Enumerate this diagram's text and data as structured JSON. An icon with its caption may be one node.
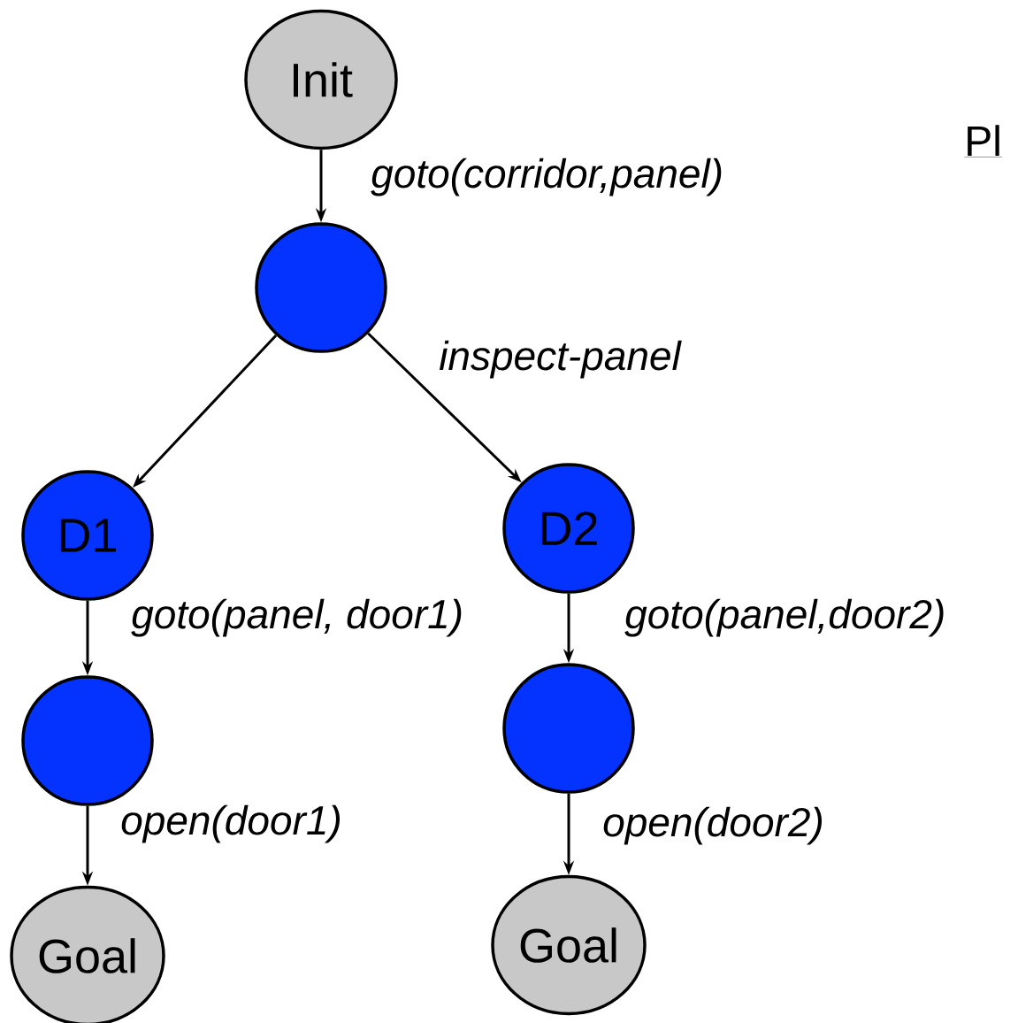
{
  "diagram": {
    "nodes": [
      {
        "text": [
          "Init"
        ]
      },
      {
        "text": [],
        "shape": "circle"
      },
      {
        "text": [
          "D1"
        ]
      },
      {
        "text": [
          "D2"
        ]
      },
      {
        "text": [],
        "shape": "circle"
      },
      {
        "text": [],
        "shape": "circle"
      },
      {
        "text": [
          "Goal"
        ]
      },
      {
        "text": [
          "Goal"
        ]
      }
    ],
    "edges": [
      {
        "from": 0,
        "to": 1,
        "arrow": "to",
        "label": "goto(corridor,panel)"
      },
      {
        "from": 1,
        "to": 2,
        "arrow": "to"
      },
      {
        "from": 1,
        "to": 3,
        "arrow": "to",
        "label": "inspect-panel"
      },
      {
        "from": 2,
        "to": 4,
        "arrow": "to",
        "label": "goto(panel, door1)"
      },
      {
        "from": 3,
        "to": 5,
        "arrow": "to",
        "label": "goto(panel,door2)"
      },
      {
        "from": 4,
        "to": 6,
        "arrow": "to",
        "label": "open(door1)"
      },
      {
        "from": 5,
        "to": 7,
        "arrow": "to",
        "label": "open(door2)"
      }
    ],
    "labels": [
      "Pl"
    ]
  }
}
